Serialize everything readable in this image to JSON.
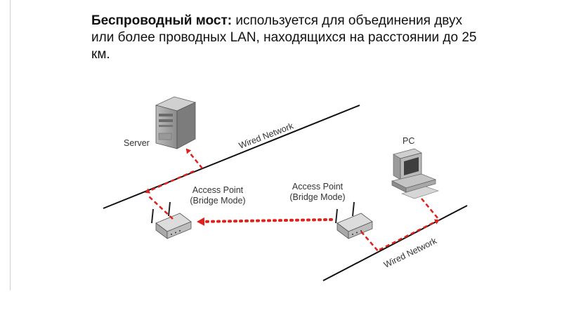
{
  "heading": {
    "bold": "Беспроводный мост:",
    "text": " используется для объединения двух или более проводных LAN, находящихся на расстоянии до 25 км."
  },
  "diagram": {
    "server_label": "Server",
    "pc_label": "PC",
    "wired_network_top": "Wired Network",
    "wired_network_bottom": "Wired Network",
    "ap_left": [
      "Access Point",
      "(Bridge Mode)"
    ],
    "ap_right": [
      "Access Point",
      "(Bridge Mode)"
    ]
  },
  "colors": {
    "link": "#e0201b",
    "wire": "#111111"
  }
}
